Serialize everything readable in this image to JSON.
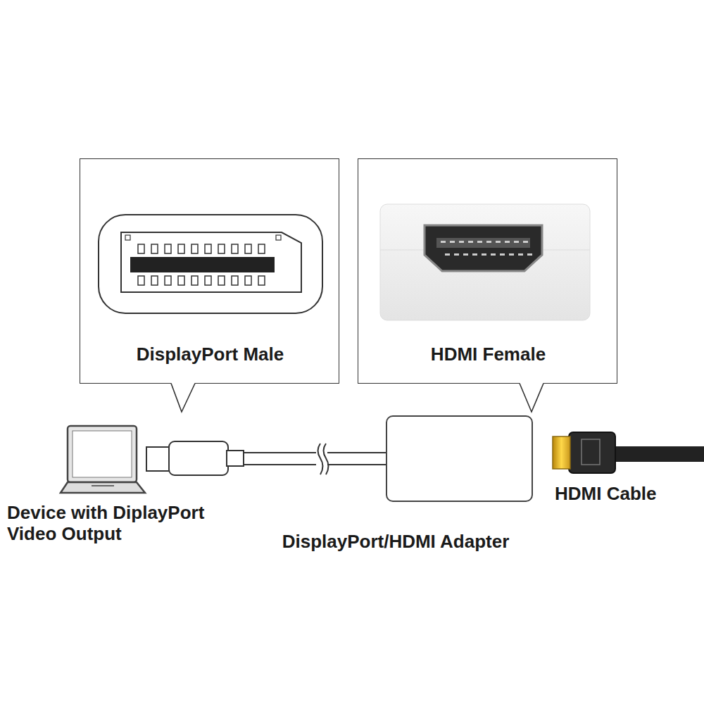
{
  "diagram": {
    "nodes": [
      {
        "text": [
          "DisplayPort Male"
        ]
      },
      {
        "text": [
          "HDMI Female"
        ]
      },
      {
        "text": [
          "DisplayPort/HDMI Adapter"
        ]
      }
    ],
    "labels": [
      "Device with DiplayPort Video Output",
      "HDMI Cable"
    ]
  }
}
